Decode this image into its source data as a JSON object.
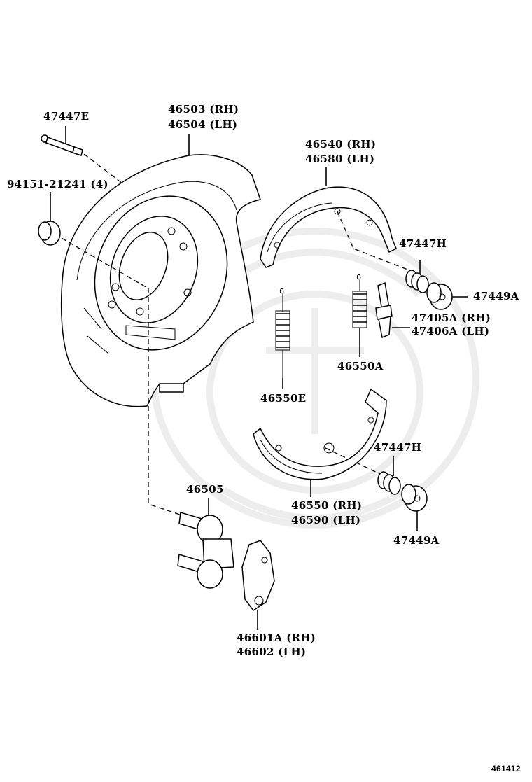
{
  "labels": {
    "p47447e": "47447E",
    "p46503": "46503 (RH)",
    "p46504": "46504 (LH)",
    "p94151": "94151-21241 (4)",
    "p46540": "46540 (RH)",
    "p46580": "46580 (LH)",
    "p47447h_top": "47447H",
    "p47449a_top": "47449A",
    "p47405a": "47405A (RH)",
    "p47406a": "47406A (LH)",
    "p46550a": "46550A",
    "p46550e": "46550E",
    "p47447h_bottom": "47447H",
    "p46550": "46550 (RH)",
    "p46590": "46590 (LH)",
    "p47449a_bottom": "47449A",
    "p46505": "46505",
    "p46601a": "46601A (RH)",
    "p46602": "46602 (LH)"
  },
  "figure_number": "461412"
}
